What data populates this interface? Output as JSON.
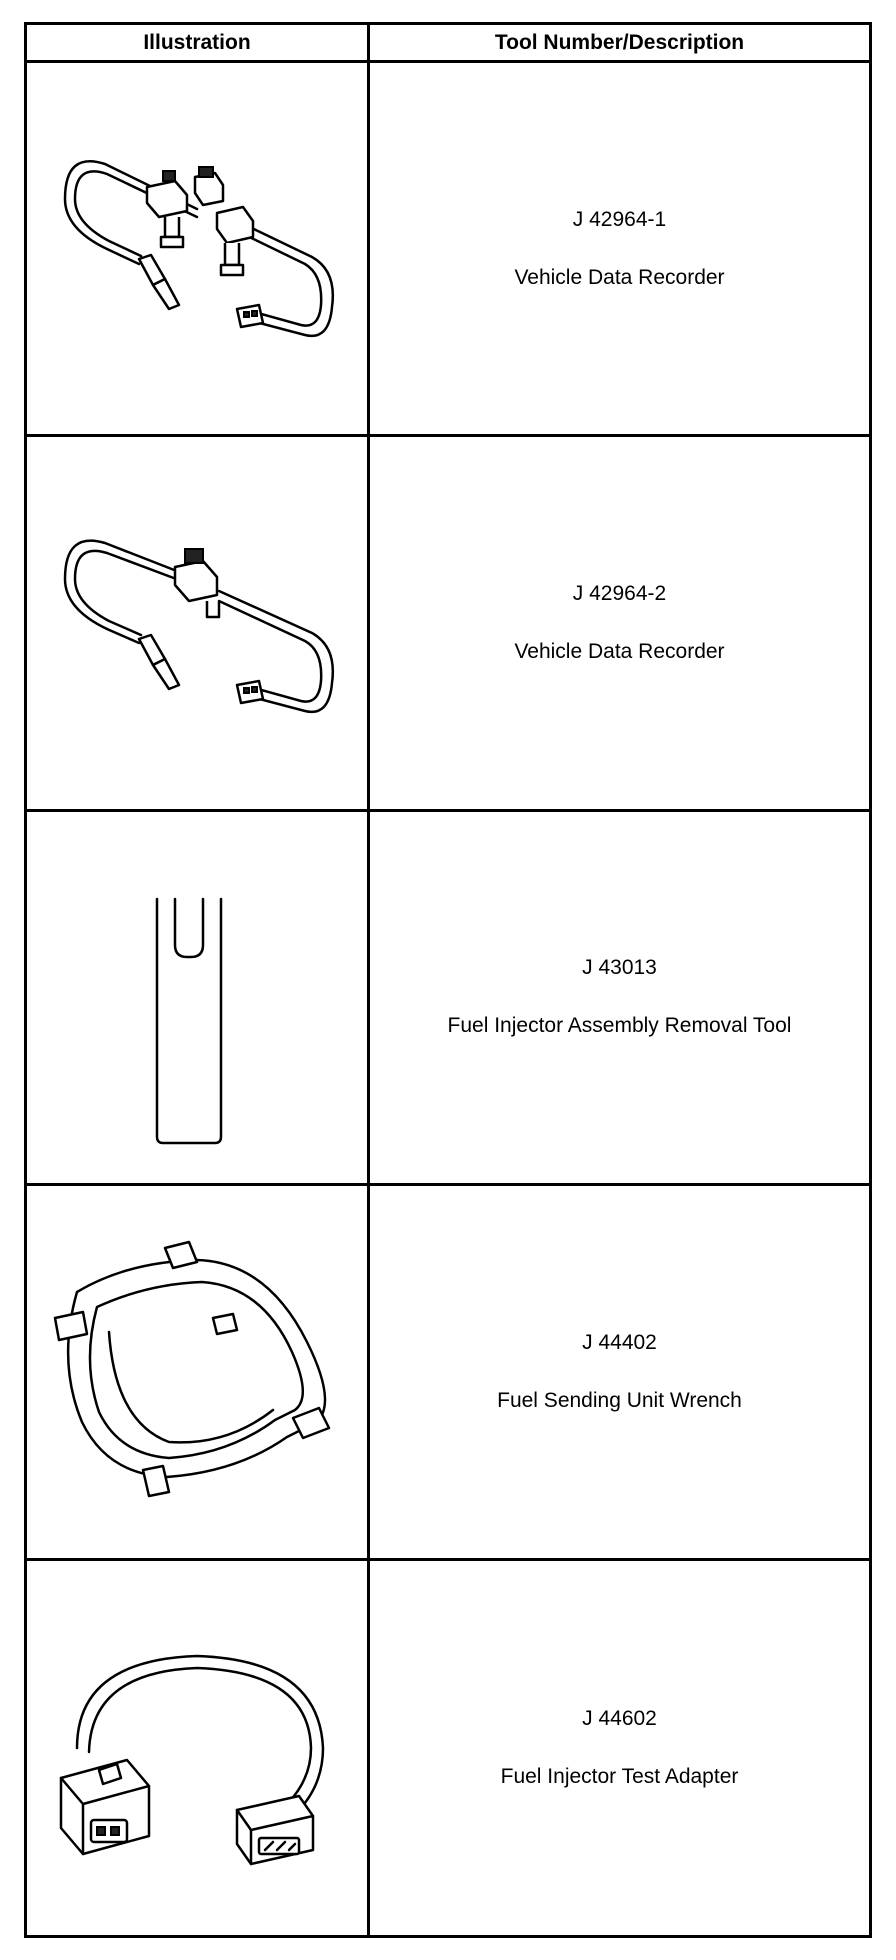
{
  "table": {
    "headers": {
      "illustration": "Illustration",
      "tool": "Tool Number/Description"
    },
    "rows": [
      {
        "tool_number": "J 42964-1",
        "description": "Vehicle Data Recorder",
        "illustration_icon": "data-recorder-harness-dual-icon"
      },
      {
        "tool_number": "J 42964-2",
        "description": "Vehicle Data Recorder",
        "illustration_icon": "data-recorder-harness-single-icon"
      },
      {
        "tool_number": "J 43013",
        "description": "Fuel Injector Assembly Removal Tool",
        "illustration_icon": "injector-removal-fork-icon"
      },
      {
        "tool_number": "J 44402",
        "description": "Fuel Sending Unit Wrench",
        "illustration_icon": "sending-unit-wrench-icon"
      },
      {
        "tool_number": "J 44602",
        "description": "Fuel Injector Test Adapter",
        "illustration_icon": "injector-test-adapter-icon"
      }
    ]
  }
}
